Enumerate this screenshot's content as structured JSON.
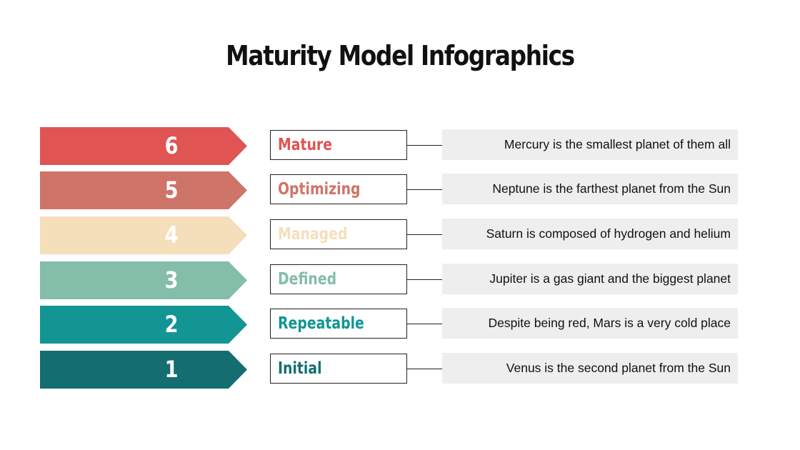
{
  "title": "Maturity Model Infographics",
  "levels": [
    {
      "number": "6",
      "label": "Mature",
      "description": "Mercury is the smallest planet of them all",
      "color": "#e05454",
      "label_color": "#e05454"
    },
    {
      "number": "5",
      "label": "Optimizing",
      "description": "Neptune is the farthest planet from the Sun",
      "color": "#cf7468",
      "label_color": "#cf7468"
    },
    {
      "number": "4",
      "label": "Managed",
      "description": "Saturn is composed of hydrogen and helium",
      "color": "#f5dfbb",
      "label_color": "#f5dfbb"
    },
    {
      "number": "3",
      "label": "Defined",
      "description": "Jupiter is a gas giant and the biggest planet",
      "color": "#84bda8",
      "label_color": "#84bda8"
    },
    {
      "number": "2",
      "label": "Repeatable",
      "description": "Despite being red, Mars is a very cold place",
      "color": "#129593",
      "label_color": "#129593"
    },
    {
      "number": "1",
      "label": "Initial",
      "description": "Venus is the second planet from the Sun",
      "color": "#146e70",
      "label_color": "#146e70"
    }
  ]
}
